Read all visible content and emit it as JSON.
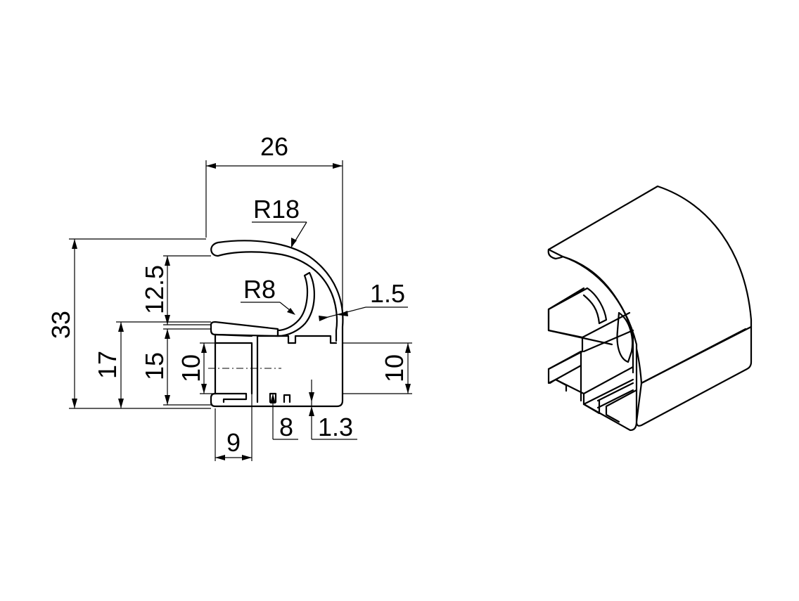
{
  "dimensions": {
    "overall_width": "26",
    "outer_radius": "R18",
    "inner_radius": "R8",
    "wall_thickness": "1.5",
    "overall_height": "33",
    "lip_height": "12.5",
    "base_height": "17",
    "channel_height": "15",
    "slot_height_left": "10",
    "slot_height_right": "10",
    "slot_width": "9",
    "web_spacing": "8",
    "base_thickness": "1.3"
  }
}
